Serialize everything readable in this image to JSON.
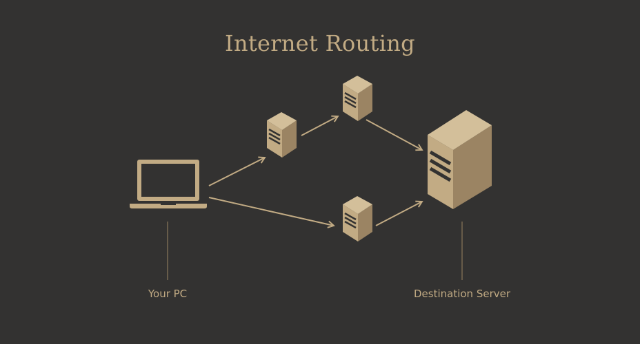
{
  "title": "Internet Routing",
  "labels": {
    "source": "Your PC",
    "destination": "Destination Server"
  },
  "colors": {
    "background": "#333231",
    "accent": "#c2ab84",
    "accent_dark": "#9b8463",
    "line": "#8a775a"
  },
  "icons": {
    "source": "laptop-icon",
    "router": "server-tower-icon",
    "destination": "server-tower-icon"
  }
}
